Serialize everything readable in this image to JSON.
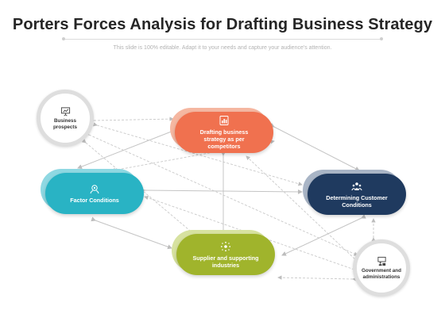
{
  "header": {
    "title": "Porters Forces Analysis for Drafting Business Strategy",
    "subtitle": "This slide is 100% editable. Adapt it to your needs and capture your audience's attention."
  },
  "colors": {
    "orange": "#f0714f",
    "teal": "#29b3c4",
    "navy": "#1f3a5f",
    "olive": "#a0b42c",
    "connector": "#c4c4c4"
  },
  "nodes": {
    "center": {
      "label": "Drafting business strategy as per competitors",
      "icon": "document-chart-icon"
    },
    "left": {
      "label": "Factor Conditions",
      "icon": "gear-people-icon"
    },
    "right": {
      "label": "Determining Customer Conditions",
      "icon": "team-icon"
    },
    "bottom": {
      "label": "Supplier and supporting industries",
      "icon": "network-icon"
    },
    "top_left": {
      "label": "Business prospects",
      "icon": "presentation-icon"
    },
    "bottom_right": {
      "label": "Government and administrations",
      "icon": "podium-icon"
    }
  }
}
